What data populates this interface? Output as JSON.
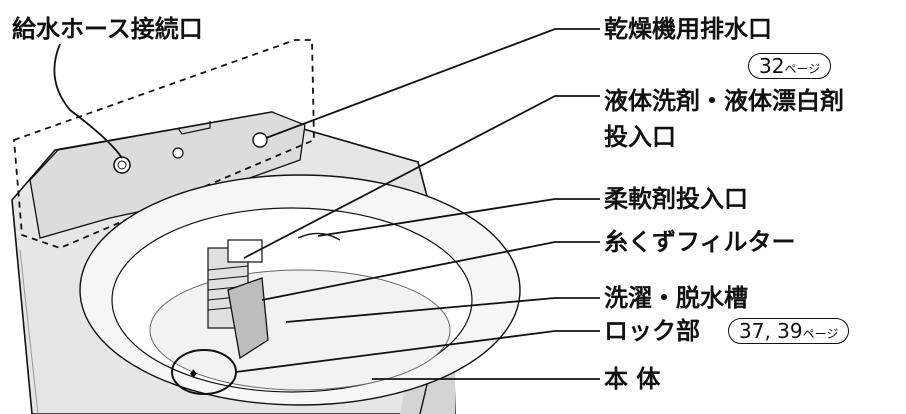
{
  "labels": {
    "water_hose_inlet": "給水ホース接続口",
    "dryer_drain_outlet": "乾燥機用排水口",
    "dryer_drain_ref_num": "32",
    "dryer_drain_ref_unit": "ページ",
    "detergent_inlet_line1": "液体洗剤・液体漂白剤",
    "detergent_inlet_line2": "投入口",
    "softener_inlet": "柔軟剤投入口",
    "lint_filter": "糸くずフィルター",
    "wash_tub": "洗濯・脱水槽",
    "lock_part": "ロック部",
    "lock_ref_num": "37, 39",
    "lock_ref_unit": "ページ",
    "body": "本 体"
  },
  "colors": {
    "line": "#111111",
    "machine_fill": "#e6e6e6",
    "machine_dark": "#cfcfcf"
  }
}
